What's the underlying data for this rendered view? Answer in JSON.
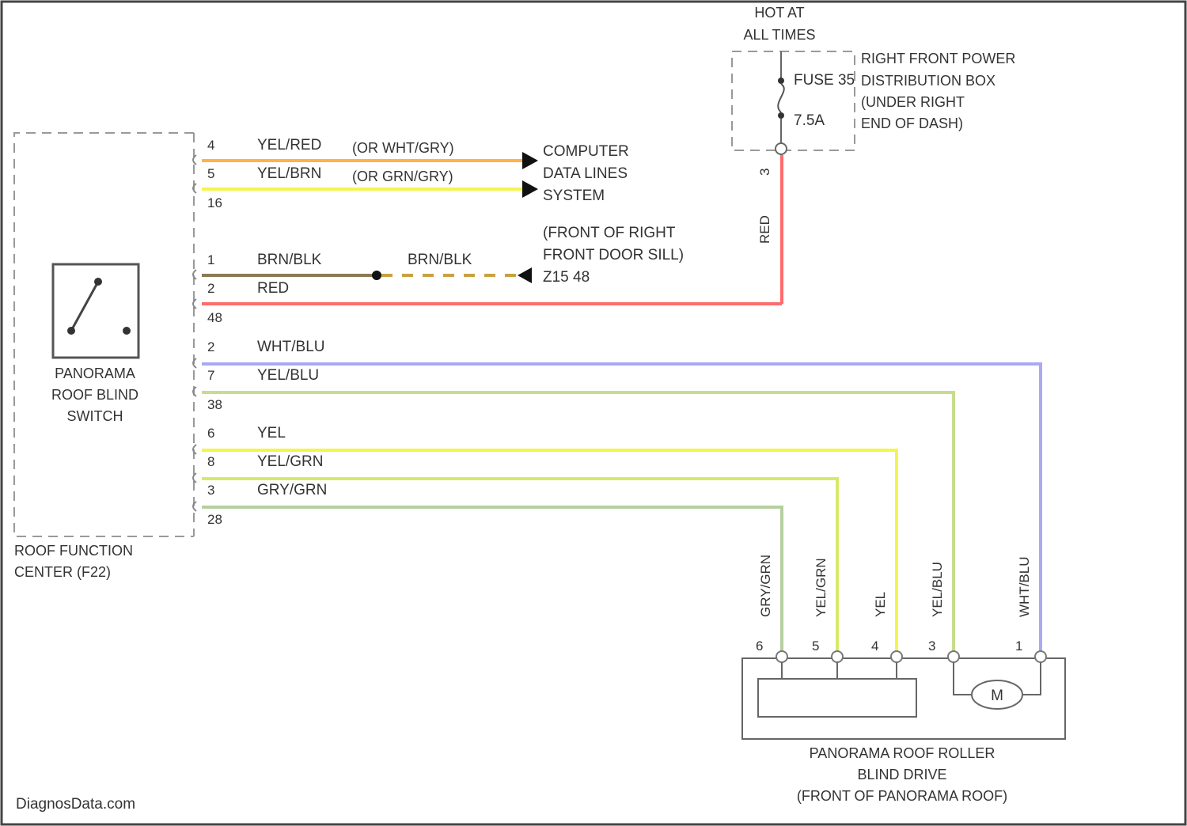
{
  "fuse_box": {
    "hot_label": [
      "HOT AT",
      "ALL TIMES"
    ],
    "fuse_label": "FUSE 35",
    "rating": "7.5A",
    "name": [
      "RIGHT FRONT POWER",
      "DISTRIBUTION BOX",
      "(UNDER RIGHT",
      "END OF DASH)"
    ],
    "output_pin": "3",
    "output_wire": "RED"
  },
  "switch": {
    "name": [
      "PANORAMA",
      "ROOF BLIND",
      "SWITCH"
    ],
    "module_name": [
      "ROOF FUNCTION",
      "CENTER (F22)"
    ]
  },
  "data_wires": {
    "pins": [
      "4",
      "5",
      "16"
    ],
    "wire1": "YEL/RED",
    "wire1_alt": "(OR WHT/GRY)",
    "wire2": "YEL/BRN",
    "wire2_alt": "(OR GRN/GRY)",
    "destination": [
      "COMPUTER",
      "DATA LINES",
      "SYSTEM"
    ]
  },
  "ground": {
    "pins": [
      "1",
      "2",
      "48"
    ],
    "wire_brnblk": "BRN/BLK",
    "wire_brnblk_2": "BRN/BLK",
    "wire_red": "RED",
    "location": [
      "(FRONT OF RIGHT",
      "FRONT DOOR SILL)"
    ],
    "ground_id": "Z15 48"
  },
  "motor_wires": {
    "group1_pins": [
      "2",
      "7",
      "38"
    ],
    "group2_pins": [
      "6",
      "8",
      "3",
      "28"
    ],
    "whtblu": "WHT/BLU",
    "yelblu": "YEL/BLU",
    "yel": "YEL",
    "yelgrn": "YEL/GRN",
    "grygrn": "GRY/GRN"
  },
  "drive": {
    "vertical_labels": [
      "GRY/GRN",
      "YEL/GRN",
      "YEL",
      "YEL/BLU",
      "WHT/BLU"
    ],
    "pin_numbers": [
      "6",
      "5",
      "4",
      "3",
      "1"
    ],
    "motor_symbol": "M",
    "name": [
      "PANORAMA ROOF ROLLER",
      "BLIND DRIVE",
      "(FRONT OF PANORAMA ROOF)"
    ]
  },
  "watermark": "DiagnosData.com",
  "colors": {
    "red": "#ff6b6b",
    "orange": "#ffb347",
    "yellow": "#f4f450",
    "blue": "#a9a9f2",
    "green_yel": "#c7dd8e",
    "yel_grn": "#d8e86a",
    "gry_grn": "#b6cfa0",
    "brn_blk": "#8c7a55",
    "dash": "#c9a240"
  }
}
